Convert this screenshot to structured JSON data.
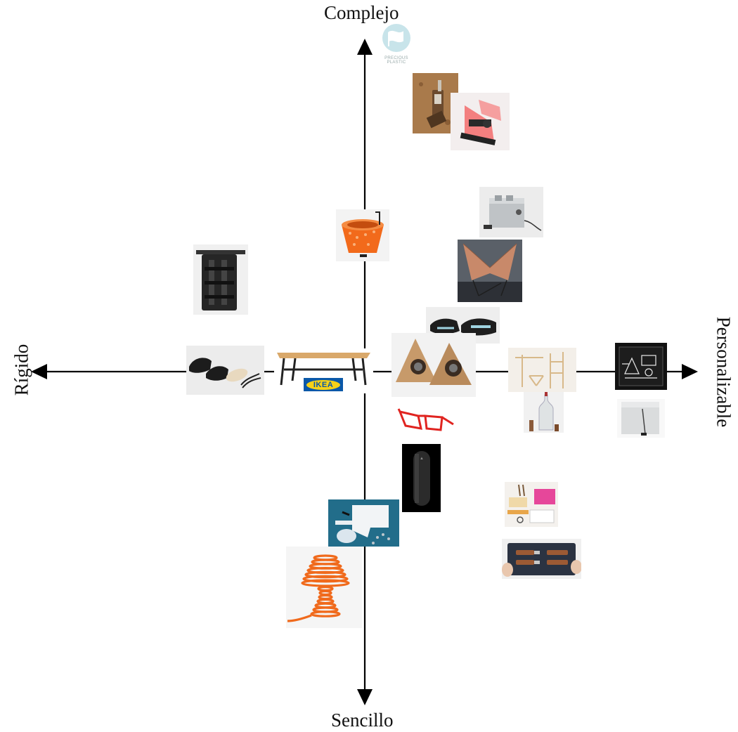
{
  "axes": {
    "top": "Complejo",
    "bottom": "Sencillo",
    "left": "Rígido",
    "right": "Personalizable"
  },
  "logos": {
    "precious_plastic": "PRECIOUS\nPLASTIC",
    "ikea": "IKEA"
  },
  "colors": {
    "axis": "#000000",
    "ikea_blue": "#0a58a8",
    "ikea_yellow": "#f7d117",
    "orange": "#f06a1c",
    "red": "#e02420"
  },
  "items": [
    "precious-plastic-logo",
    "wood-machine-photo",
    "red-machine-render",
    "toaster-photo",
    "orange-basket-photo",
    "butterfly-chair-photo",
    "black-harness-photo",
    "black-shoes-photo",
    "black-shoes-sandal-photo",
    "ikea-table-photo",
    "cardboard-speakers-photo",
    "wooden-frame-photo",
    "circuit-box-photo",
    "red-glasses-photo",
    "bottle-lamp-photo",
    "grey-cube-photo",
    "black-cylinder-photo",
    "stationery-kit-photo",
    "blue-kit-photo",
    "leather-case-photo",
    "orange-lamp-photo"
  ]
}
